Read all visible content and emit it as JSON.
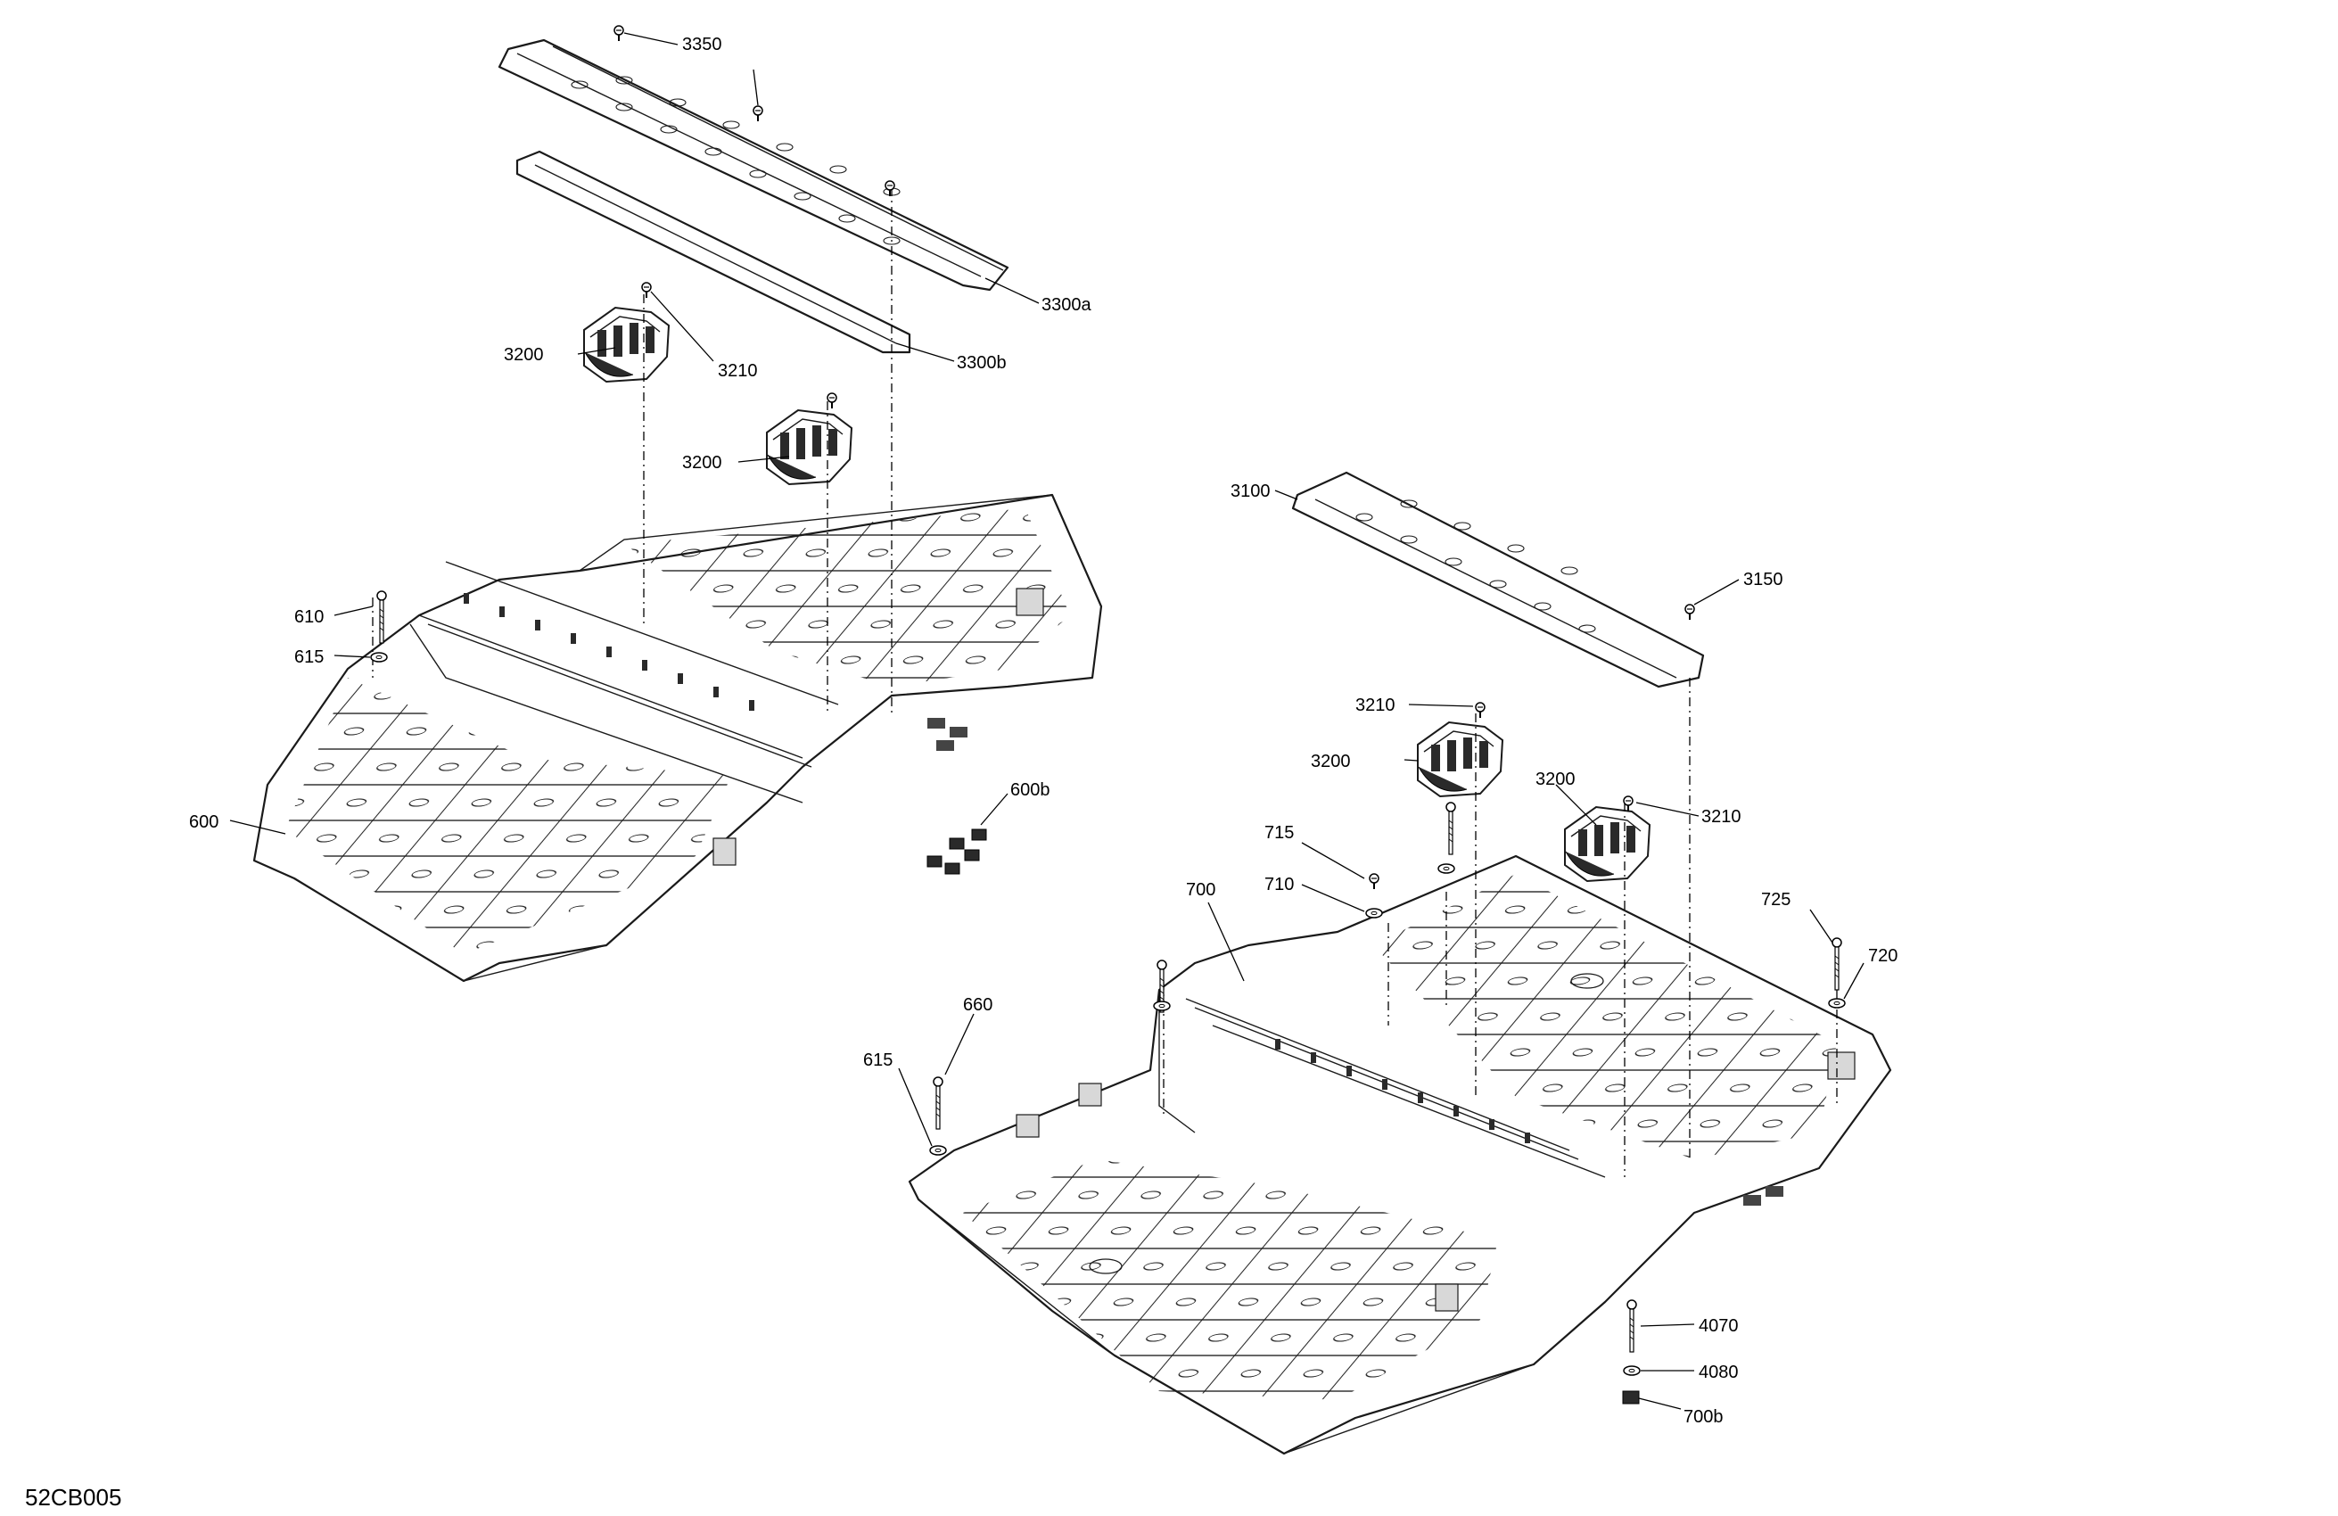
{
  "figure_id": "52CB005",
  "callouts": {
    "c3350": "3350",
    "c3300a": "3300a",
    "c3300b": "3300b",
    "c3200_a": "3200",
    "c3210_a": "3210",
    "c3200_b": "3200",
    "c610": "610",
    "c615_a": "615",
    "c600": "600",
    "c600b": "600b",
    "c3100": "3100",
    "c3150": "3150",
    "c3210_b": "3210",
    "c3200_c": "3200",
    "c3200_d": "3200",
    "c3210_c": "3210",
    "c715": "715",
    "c710": "710",
    "c700": "700",
    "c725": "725",
    "c720": "720",
    "c660": "660",
    "c615_b": "615",
    "c4070": "4070",
    "c4080": "4080",
    "c700b": "700b"
  }
}
